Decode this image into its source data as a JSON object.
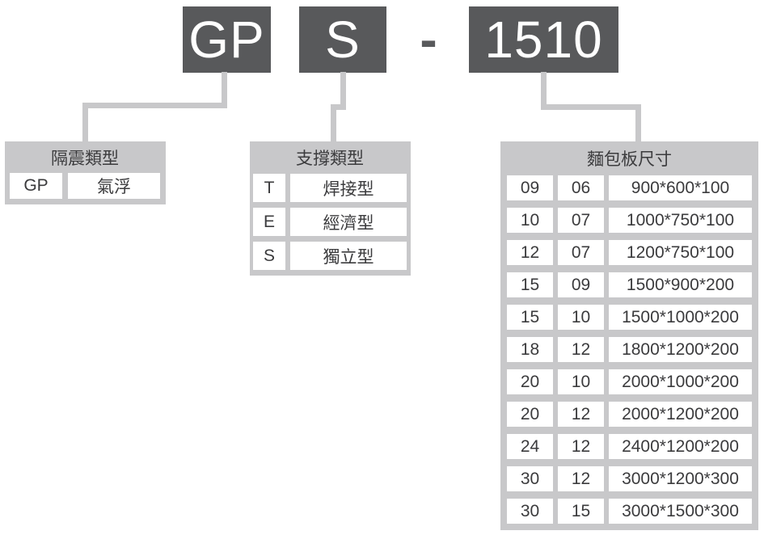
{
  "colors": {
    "boxDark": "#58595b",
    "panelGray": "#c8c8ca",
    "cellWhite": "#ffffff",
    "textDark": "#3b3b3d",
    "textLight": "#ffffff"
  },
  "model_code": {
    "isolation": "GP",
    "support": "S",
    "separator": "-",
    "size": "1510"
  },
  "isolation_table": {
    "title": "隔震類型",
    "rows": [
      {
        "code": "GP",
        "label": "氣浮"
      }
    ]
  },
  "support_table": {
    "title": "支撐類型",
    "rows": [
      {
        "code": "T",
        "label": "焊接型"
      },
      {
        "code": "E",
        "label": "經濟型"
      },
      {
        "code": "S",
        "label": "獨立型"
      }
    ]
  },
  "size_table": {
    "title": "麵包板尺寸",
    "rows": [
      {
        "w": "09",
        "d": "06",
        "dims": "900*600*100"
      },
      {
        "w": "10",
        "d": "07",
        "dims": "1000*750*100"
      },
      {
        "w": "12",
        "d": "07",
        "dims": "1200*750*100"
      },
      {
        "w": "15",
        "d": "09",
        "dims": "1500*900*200"
      },
      {
        "w": "15",
        "d": "10",
        "dims": "1500*1000*200"
      },
      {
        "w": "18",
        "d": "12",
        "dims": "1800*1200*200"
      },
      {
        "w": "20",
        "d": "10",
        "dims": "2000*1000*200"
      },
      {
        "w": "20",
        "d": "12",
        "dims": "2000*1200*200"
      },
      {
        "w": "24",
        "d": "12",
        "dims": "2400*1200*200"
      },
      {
        "w": "30",
        "d": "12",
        "dims": "3000*1200*300"
      },
      {
        "w": "30",
        "d": "15",
        "dims": "3000*1500*300"
      }
    ]
  }
}
